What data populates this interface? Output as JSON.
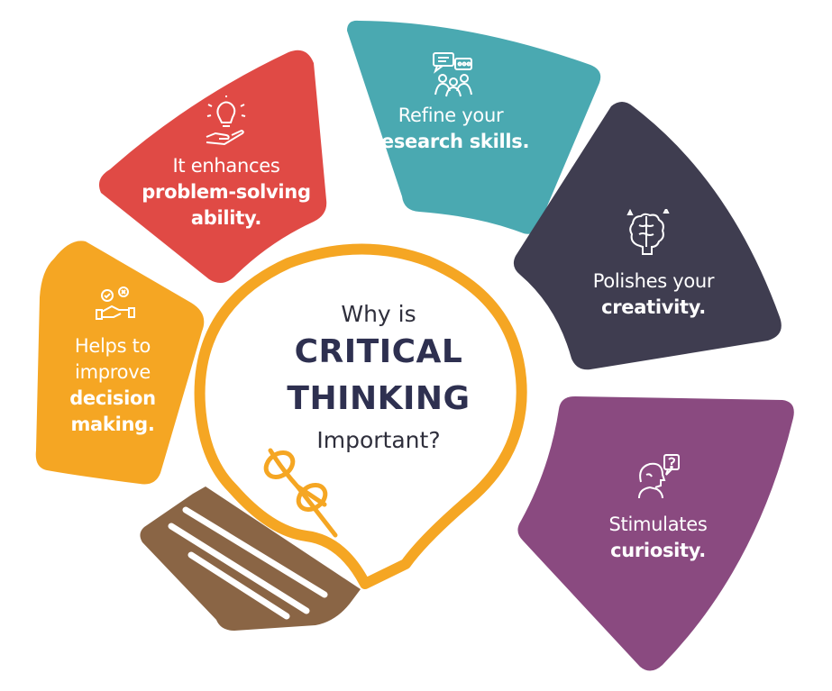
{
  "center": {
    "line1": "Why is",
    "line2": "CRITICAL",
    "line3": "THINKING",
    "line4": "Important?"
  },
  "petals": {
    "decision": {
      "lead1": "Helps to",
      "lead2": "improve",
      "bold1": "decision",
      "bold2": "making.",
      "icon": "decision-icon",
      "color": "#f5a623"
    },
    "problem": {
      "lead": "It enhances",
      "bold1": "problem-solving",
      "bold2": "ability.",
      "icon": "lightbulb-hand-icon",
      "color": "#e04a45"
    },
    "research": {
      "lead": "Refine your",
      "bold": "research skills.",
      "icon": "research-icon",
      "color": "#4aa9b1"
    },
    "creativity": {
      "lead": "Polishes your",
      "bold": "creativity.",
      "icon": "brain-icon",
      "color": "#3f3d50"
    },
    "curiosity": {
      "lead": "Stimulates",
      "bold": "curiosity.",
      "icon": "thinking-person-icon",
      "color": "#8a4a80"
    }
  },
  "colors": {
    "bulb_outline": "#f5a623",
    "bulb_base": "#8a6545",
    "center_text": "#2e3050"
  }
}
